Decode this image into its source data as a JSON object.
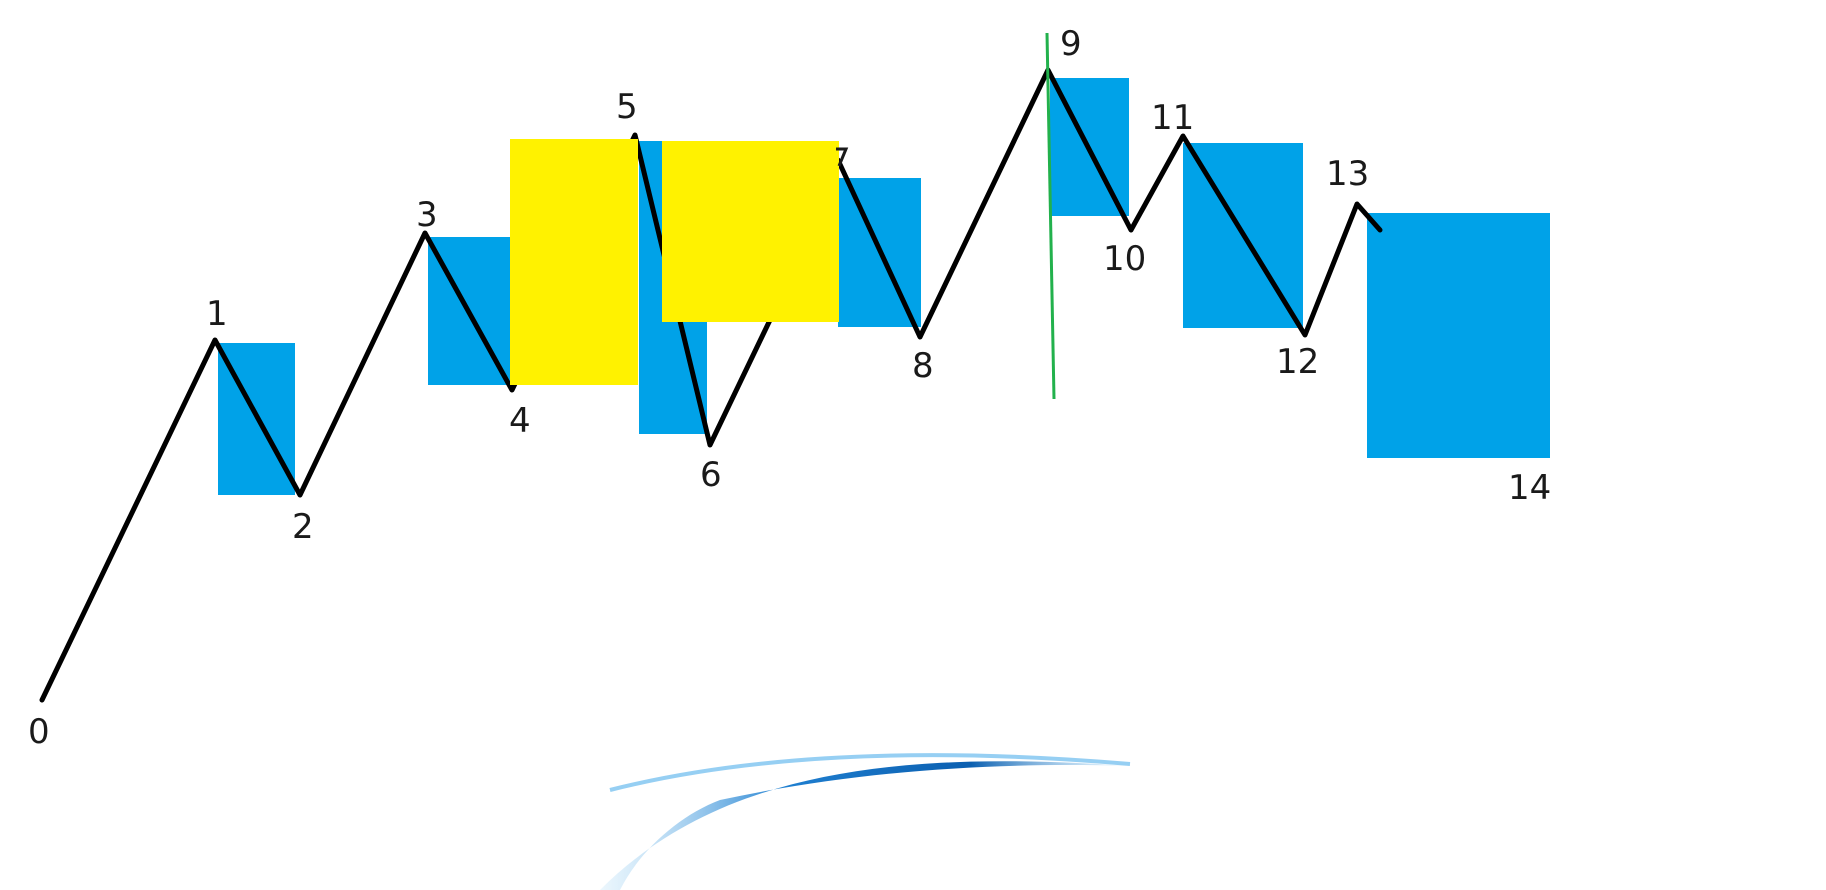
{
  "diagram": {
    "kind": "swing-wave-sketch",
    "points": [
      {
        "label": "0"
      },
      {
        "label": "1"
      },
      {
        "label": "2"
      },
      {
        "label": "3"
      },
      {
        "label": "4"
      },
      {
        "label": "5"
      },
      {
        "label": "6"
      },
      {
        "label": "7"
      },
      {
        "label": "8"
      },
      {
        "label": "9"
      },
      {
        "label": "10"
      },
      {
        "label": "11"
      },
      {
        "label": "12"
      },
      {
        "label": "13"
      },
      {
        "label": "14"
      }
    ],
    "colors": {
      "wave_line": "#000000",
      "block_blue": "#00a2e8",
      "block_yellow": "#fff200",
      "marker_green": "#22b14c",
      "swoosh": "#1f7fd0"
    }
  }
}
